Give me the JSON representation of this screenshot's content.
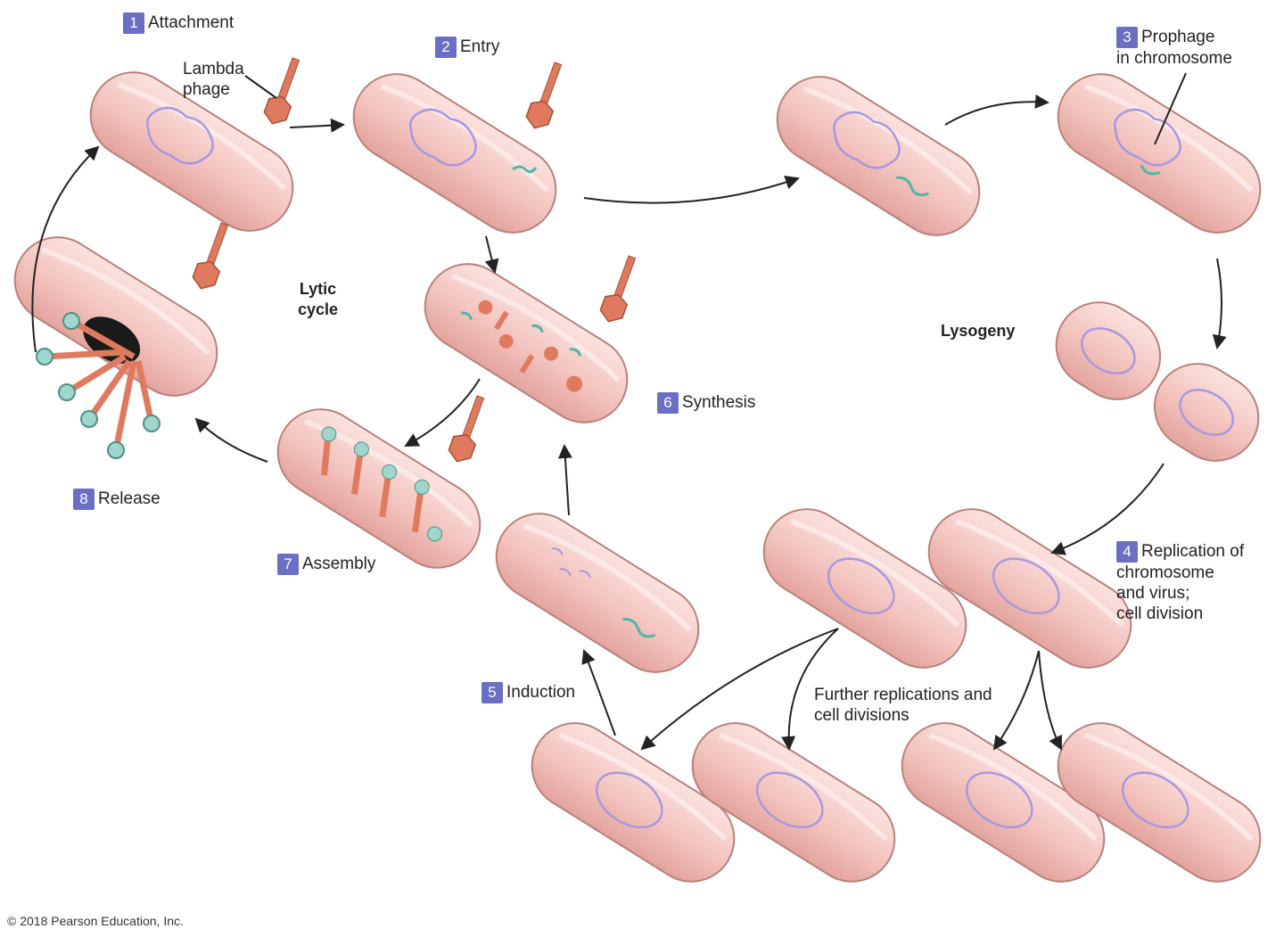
{
  "steps": [
    {
      "num": "1",
      "label": "Attachment"
    },
    {
      "num": "2",
      "label": "Entry"
    },
    {
      "num": "3",
      "label": "Prophage\nin chromosome"
    },
    {
      "num": "4",
      "label": "Replication of\nchromosome\nand virus;\ncell division"
    },
    {
      "num": "5",
      "label": "Induction"
    },
    {
      "num": "6",
      "label": "Synthesis"
    },
    {
      "num": "7",
      "label": "Assembly"
    },
    {
      "num": "8",
      "label": "Release"
    }
  ],
  "labels": {
    "lambda_phage": "Lambda\nphage",
    "lytic_cycle": "Lytic\ncycle",
    "lysogeny": "Lysogeny",
    "further": "Further replications and\ncell divisions"
  },
  "copyright": "© 2018 Pearson Education, Inc.",
  "colors": {
    "cell_fill": "#f4c6c2",
    "cell_edge": "#b9807b",
    "viral_dna": "#4fb7a7",
    "bacterial_dna": "#a898e0",
    "phage": "#e07a5f",
    "badge": "#6b6fc4"
  }
}
